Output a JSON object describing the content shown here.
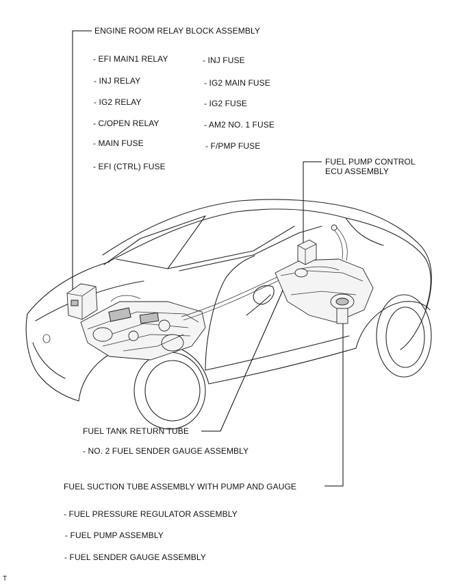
{
  "engine_room": {
    "title": "ENGINE ROOM RELAY BLOCK ASSEMBLY",
    "left_items": [
      "- EFI MAIN1 RELAY",
      "- INJ RELAY",
      "- IG2 RELAY",
      "- C/OPEN RELAY",
      "- MAIN FUSE",
      "- EFI (CTRL) FUSE"
    ],
    "right_items": [
      "- INJ FUSE",
      "- IG2 MAIN FUSE",
      "- IG2 FUSE",
      "- AM2 NO. 1 FUSE",
      "- F/PMP FUSE"
    ]
  },
  "fuel_pump_ecu": {
    "line1": "FUEL PUMP CONTROL",
    "line2": "ECU ASSEMBLY"
  },
  "return_tube": {
    "title": "FUEL TANK RETURN TUBE",
    "items": [
      "- NO. 2 FUEL SENDER GAUGE ASSEMBLY"
    ]
  },
  "suction_tube": {
    "title": "FUEL SUCTION TUBE ASSEMBLY WITH PUMP AND GAUGE",
    "items": [
      "- FUEL PRESSURE REGULATOR ASSEMBLY",
      "- FUEL PUMP ASSEMBLY",
      "- FUEL SENDER GAUGE ASSEMBLY"
    ]
  },
  "corner_mark": "T"
}
